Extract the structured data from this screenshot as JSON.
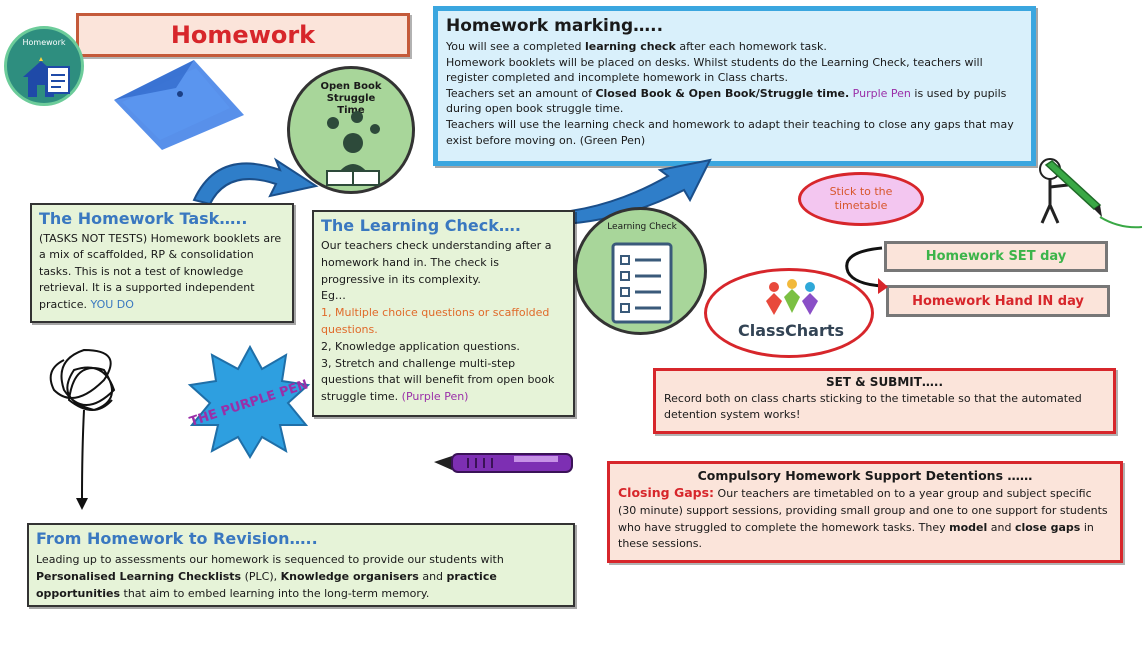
{
  "title": "Homework",
  "icon_homework_label": "Homework",
  "icon_obst_label": "Open Book Struggle Time",
  "icon_lc_label": "Learning Check",
  "purple_pen_logo": "THE PURPLE PEN",
  "classcharts_logo": "ClassCharts",
  "marking": {
    "heading": "Homework marking…..",
    "l1a": "You will see a completed ",
    "l1b": "learning check",
    "l1c": " after each homework task.",
    "l2": "Homework booklets will be placed on desks. Whilst students do the Learning Check, teachers will register completed and incomplete homework in Class charts.",
    "l3a": "Teachers set an amount of ",
    "l3b": "Closed Book & Open Book/Struggle time.",
    "l3c": " Purple Pen",
    "l3d": " is used by pupils during open book struggle time.",
    "l4": "Teachers will use the learning check and homework to adapt their teaching to close any gaps that may exist before moving on. (Green Pen)"
  },
  "task": {
    "heading": "The Homework Task…..",
    "text": "(TASKS NOT TESTS) Homework booklets are a mix of scaffolded, RP & consolidation tasks. This is not a test of knowledge retrieval. It is a supported independent practice.",
    "you_do": " YOU DO"
  },
  "check": {
    "heading": "The Learning Check….",
    "intro": "Our teachers check understanding after a homework hand in. The check is progressive in its complexity.",
    "eg": "Eg…",
    "item1": "1, Multiple choice questions or scaffolded questions.",
    "item2": "2, Knowledge application questions.",
    "item3": "3, Stretch and challenge multi-step questions that will benefit from open book struggle time.",
    "item3_pen": " (Purple Pen)"
  },
  "revision": {
    "heading": "From Homework to Revision…..",
    "t1": "Leading up to assessments our homework is sequenced to provide our students with ",
    "b1": "Personalised Learning Checklists",
    "t2": " (PLC), ",
    "b2": "Knowledge organisers",
    "t3": " and ",
    "b3": "practice opportunities",
    "t4": " that aim to embed learning into the long-term memory."
  },
  "stick": "Stick to the timetable",
  "set_day": "Homework SET day",
  "hand_in_day": "Homework Hand IN day",
  "submit": {
    "heading": "SET & SUBMIT…..",
    "text": "Record both on class charts sticking to the timetable so that the automated detention system works!"
  },
  "detentions": {
    "heading": "Compulsory Homework Support Detentions ……",
    "lead": "Closing Gaps:",
    "t1": " Our teachers are timetabled on to a year group and subject specific (30 minute) support sessions, providing small group and one to one support for students who have struggled to complete the homework tasks. They ",
    "b1": "model",
    "t2": " and ",
    "b2": "close gaps",
    "t3": " in these sessions."
  },
  "colors": {
    "green_box": "#e6f3d8",
    "blue_box": "#d9f0fb",
    "pink_box": "#fbe4da",
    "accent_red": "#d7262b",
    "accent_blue": "#3a78c0",
    "purple": "#9a2fa8",
    "set_day_green": "#3cb44a"
  }
}
